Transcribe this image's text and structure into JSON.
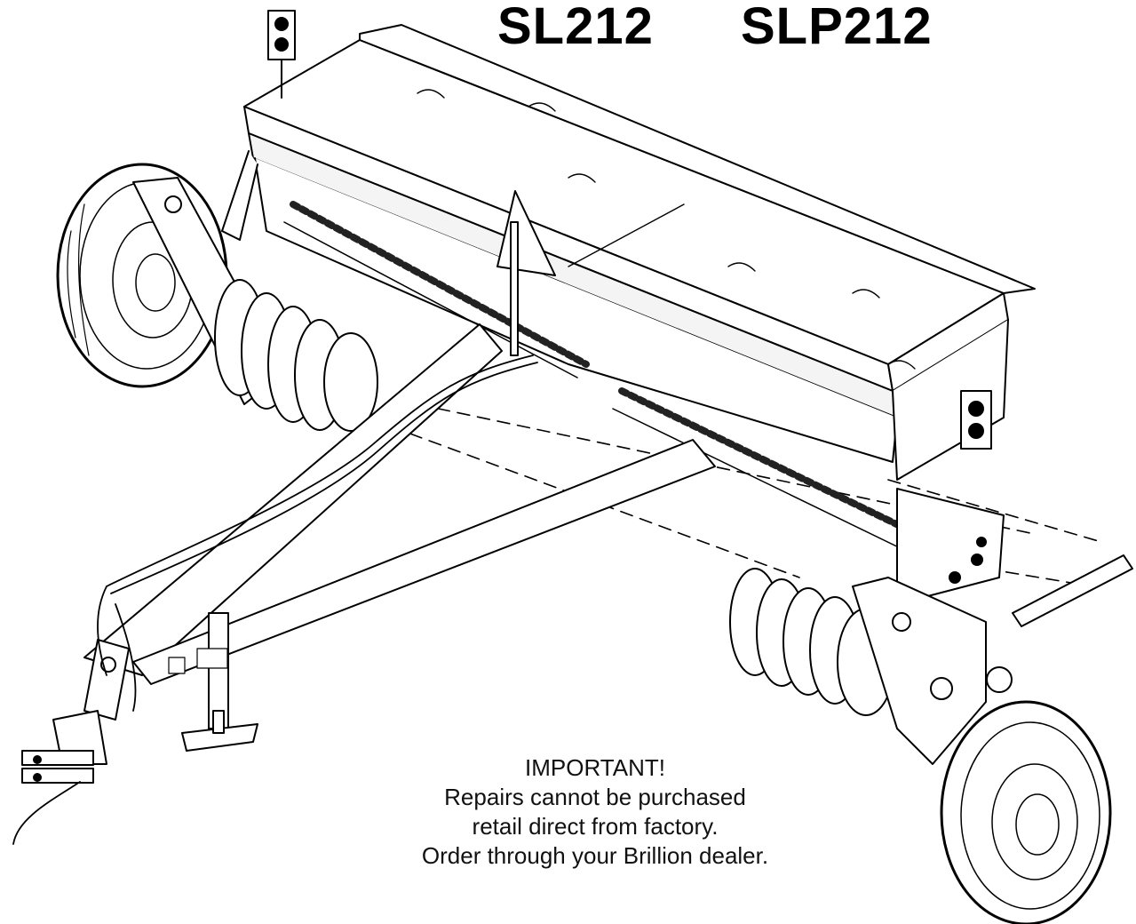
{
  "header": {
    "model_1": "SL212",
    "model_2": "SLP212"
  },
  "illustration": {
    "subject": "seeder-drawing",
    "stroke_color": "#000000",
    "fill_color": "#ffffff",
    "shade_color": "#e8e8e8"
  },
  "notice": {
    "heading": "IMPORTANT!",
    "line_1": "Repairs cannot be purchased",
    "line_2": "retail direct from factory.",
    "line_3": "Order through your Brillion dealer."
  }
}
